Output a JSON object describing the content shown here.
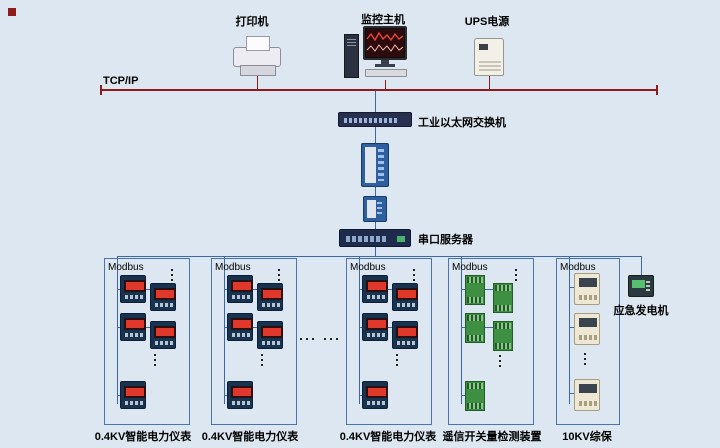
{
  "colors": {
    "bus_tcpip": "#8e1c1c",
    "bus_modbus": "#3c68a8",
    "background": "#dce7f1",
    "meter_display": "#e0392b"
  },
  "top_devices": {
    "printer_label": "打印机",
    "host_label": "监控主机",
    "ups_label": "UPS电源"
  },
  "network": {
    "tcpip_label": "TCP/IP",
    "switch_label": "工业以太网交换机",
    "serial_server_label": "串口服务器"
  },
  "modbus_label": "Modbus",
  "groups": [
    {
      "caption": "0.4KV智能电力仪表"
    },
    {
      "caption": "0.4KV智能电力仪表"
    },
    {
      "caption": "0.4KV智能电力仪表"
    },
    {
      "caption": "遥信开关量检测装置"
    },
    {
      "caption": "10KV综保"
    }
  ],
  "generator_label": "应急发电机"
}
